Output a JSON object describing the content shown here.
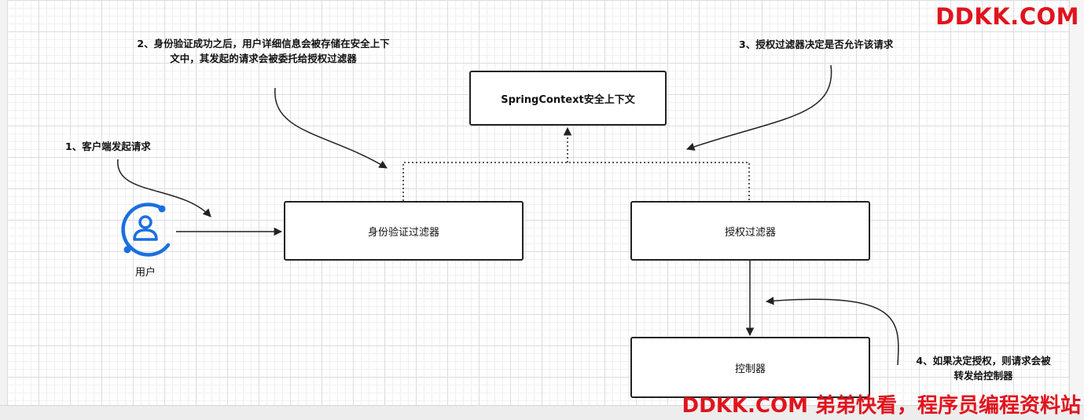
{
  "nodes": {
    "context": "SpringContext安全上下文",
    "auth_filter": "身份验证过滤器",
    "authz_filter": "授权过滤器",
    "controller": "控制器",
    "user": "用户"
  },
  "notes": {
    "step1": "1、客户端发起请求",
    "step2_line1": "2、身份验证成功之后，用户详细信息会被存储在安全上下",
    "step2_line2": "文中，其发起的请求会被委托给授权过滤器",
    "step3": "3、授权过滤器决定是否允许该请求",
    "step4_line1": "4、如果决定授权，则请求会被",
    "step4_line2": "转发给控制器"
  },
  "watermark": {
    "top": "DDKK.COM",
    "bottom": "DDKK.COM 弟弟快看，程序员编程资料站",
    "color": "#e0141d"
  },
  "icons": {
    "user": "user-circle-icon",
    "user_color": "#1a6fe0"
  }
}
